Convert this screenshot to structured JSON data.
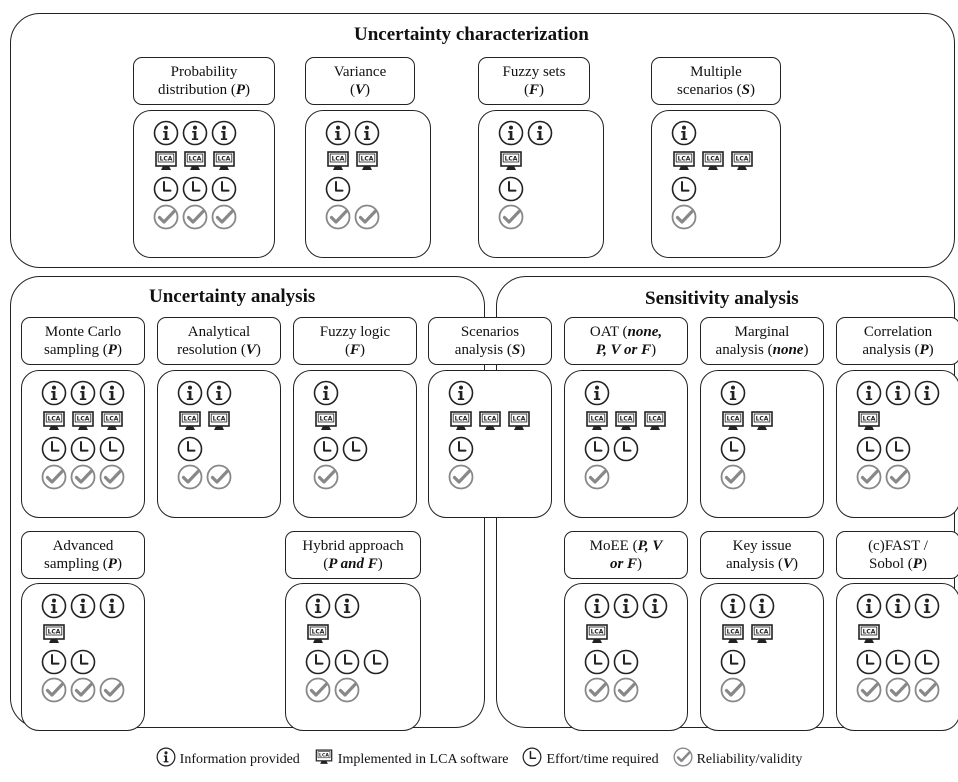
{
  "regions": {
    "characterization": {
      "title": "Uncertainty characterization"
    },
    "uncertainty": {
      "title": "Uncertainty analysis"
    },
    "sensitivity": {
      "title": "Sensitivity analysis"
    }
  },
  "icon_names": {
    "info": "info-icon",
    "lca": "lca-software-icon",
    "effort": "clock-icon",
    "reliability": "check-circle-icon"
  },
  "methods": [
    {
      "key": "probability",
      "l1": "Probability",
      "l2": "distribution (",
      "l2i": "P",
      "l2b": ")",
      "info": 3,
      "lca": 3,
      "effort": 3,
      "reliability": 3
    },
    {
      "key": "variance",
      "l1": "Variance",
      "l2": "(",
      "l2i": "V",
      "l2b": ")",
      "info": 2,
      "lca": 2,
      "effort": 1,
      "reliability": 2
    },
    {
      "key": "fuzzy-sets",
      "l1": "Fuzzy sets",
      "l2": "(",
      "l2i": "F",
      "l2b": ")",
      "info": 2,
      "lca": 1,
      "effort": 1,
      "reliability": 1
    },
    {
      "key": "multiple-scenarios",
      "l1": "Multiple",
      "l2": "scenarios (",
      "l2i": "S",
      "l2b": ")",
      "info": 1,
      "lca": 3,
      "effort": 1,
      "reliability": 1
    },
    {
      "key": "monte-carlo",
      "l1": "Monte Carlo",
      "l2": "sampling (",
      "l2i": "P",
      "l2b": ")",
      "info": 3,
      "lca": 3,
      "effort": 3,
      "reliability": 3
    },
    {
      "key": "analytical",
      "l1": "Analytical",
      "l2": "resolution (",
      "l2i": "V",
      "l2b": ")",
      "info": 2,
      "lca": 2,
      "effort": 1,
      "reliability": 2
    },
    {
      "key": "fuzzy-logic",
      "l1": "Fuzzy  logic",
      "l2": "(",
      "l2i": "F",
      "l2b": ")",
      "info": 1,
      "lca": 1,
      "effort": 2,
      "reliability": 1
    },
    {
      "key": "scenarios-analysis",
      "l1": "Scenarios",
      "l2": "analysis (",
      "l2i": "S",
      "l2b": ")",
      "info": 1,
      "lca": 3,
      "effort": 1,
      "reliability": 1
    },
    {
      "key": "oat",
      "l1": "OAT (",
      "l1i": "none,",
      "l2": "",
      "l2i": "P, V or F",
      "l2b": ")",
      "info": 1,
      "lca": 3,
      "effort": 2,
      "reliability": 1
    },
    {
      "key": "marginal",
      "l1": "Marginal",
      "l2": "analysis (",
      "l2i": "none",
      "l2b": ")",
      "info": 1,
      "lca": 2,
      "effort": 1,
      "reliability": 1
    },
    {
      "key": "correlation",
      "l1": "Correlation",
      "l2": "analysis (",
      "l2i": "P",
      "l2b": ")",
      "info": 3,
      "lca": 1,
      "effort": 2,
      "reliability": 2
    },
    {
      "key": "advanced-sampling",
      "l1": "Advanced",
      "l2": "sampling (",
      "l2i": "P",
      "l2b": ")",
      "info": 3,
      "lca": 1,
      "effort": 2,
      "reliability": 3
    },
    {
      "key": "hybrid",
      "l1": "Hybrid approach",
      "l2": "(",
      "l2i": "P and F",
      "l2b": ")",
      "info": 2,
      "lca": 1,
      "effort": 3,
      "reliability": 2
    },
    {
      "key": "moee",
      "l1": "MoEE (",
      "l1i": "P, V",
      "l2": "",
      "l2i": "or F",
      "l2b": ")",
      "info": 3,
      "lca": 1,
      "effort": 2,
      "reliability": 2
    },
    {
      "key": "key-issue",
      "l1": "Key issue",
      "l2": "analysis (",
      "l2i": "V",
      "l2b": ")",
      "info": 2,
      "lca": 2,
      "effort": 1,
      "reliability": 1
    },
    {
      "key": "fast-sobol",
      "l1": "(c)FAST /",
      "l2": "Sobol (",
      "l2i": "P",
      "l2b": ")",
      "info": 3,
      "lca": 1,
      "effort": 3,
      "reliability": 3
    }
  ],
  "legend": {
    "info": "Information provided",
    "lca": "Implemented in LCA software",
    "effort": "Effort/time required",
    "reliability": "Reliability/validity"
  }
}
